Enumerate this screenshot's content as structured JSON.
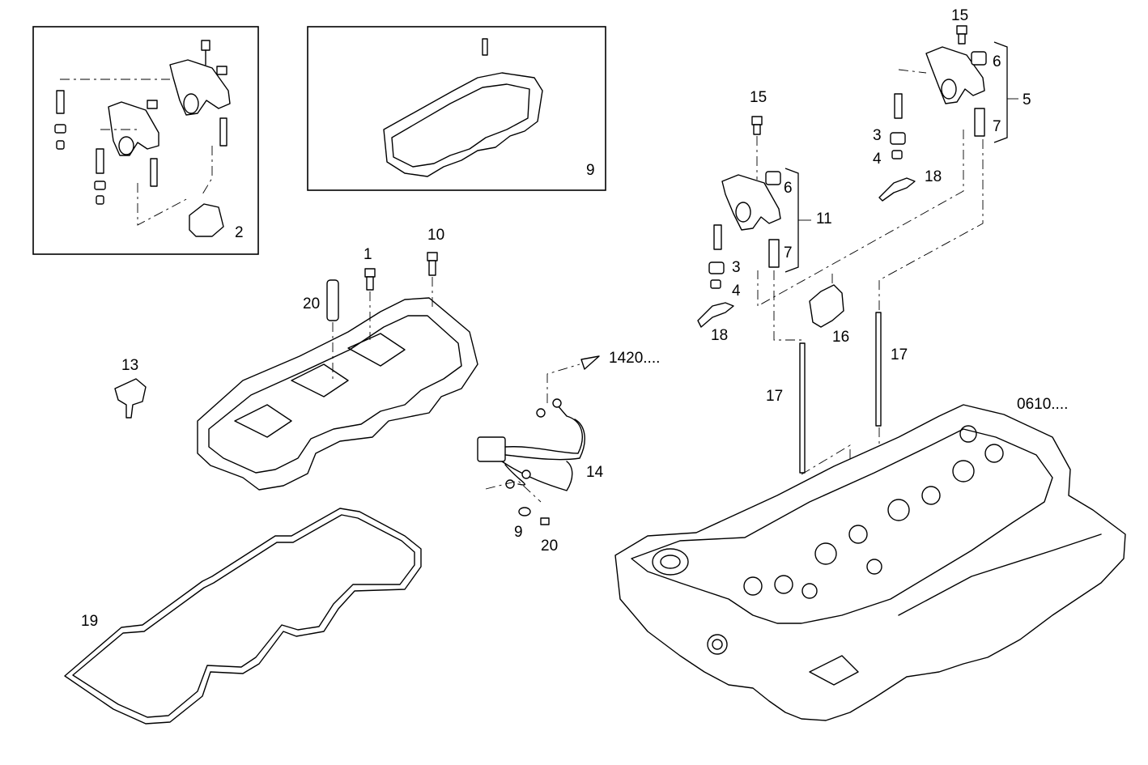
{
  "callouts": {
    "c1": "1",
    "c2": "2",
    "c3a": "3",
    "c3b": "3",
    "c4a": "4",
    "c4b": "4",
    "c5": "5",
    "c6a": "6",
    "c6b": "6",
    "c7a": "7",
    "c7b": "7",
    "c9a": "9",
    "c9b": "9",
    "c10": "10",
    "c11": "11",
    "c13": "13",
    "c14": "14",
    "c15a": "15",
    "c15b": "15",
    "c16": "16",
    "c17a": "17",
    "c17b": "17",
    "c18a": "18",
    "c18b": "18",
    "c19": "19",
    "c20a": "20",
    "c20b": "20"
  },
  "references": {
    "harness_ref": "1420....",
    "head_ref": "0610...."
  }
}
